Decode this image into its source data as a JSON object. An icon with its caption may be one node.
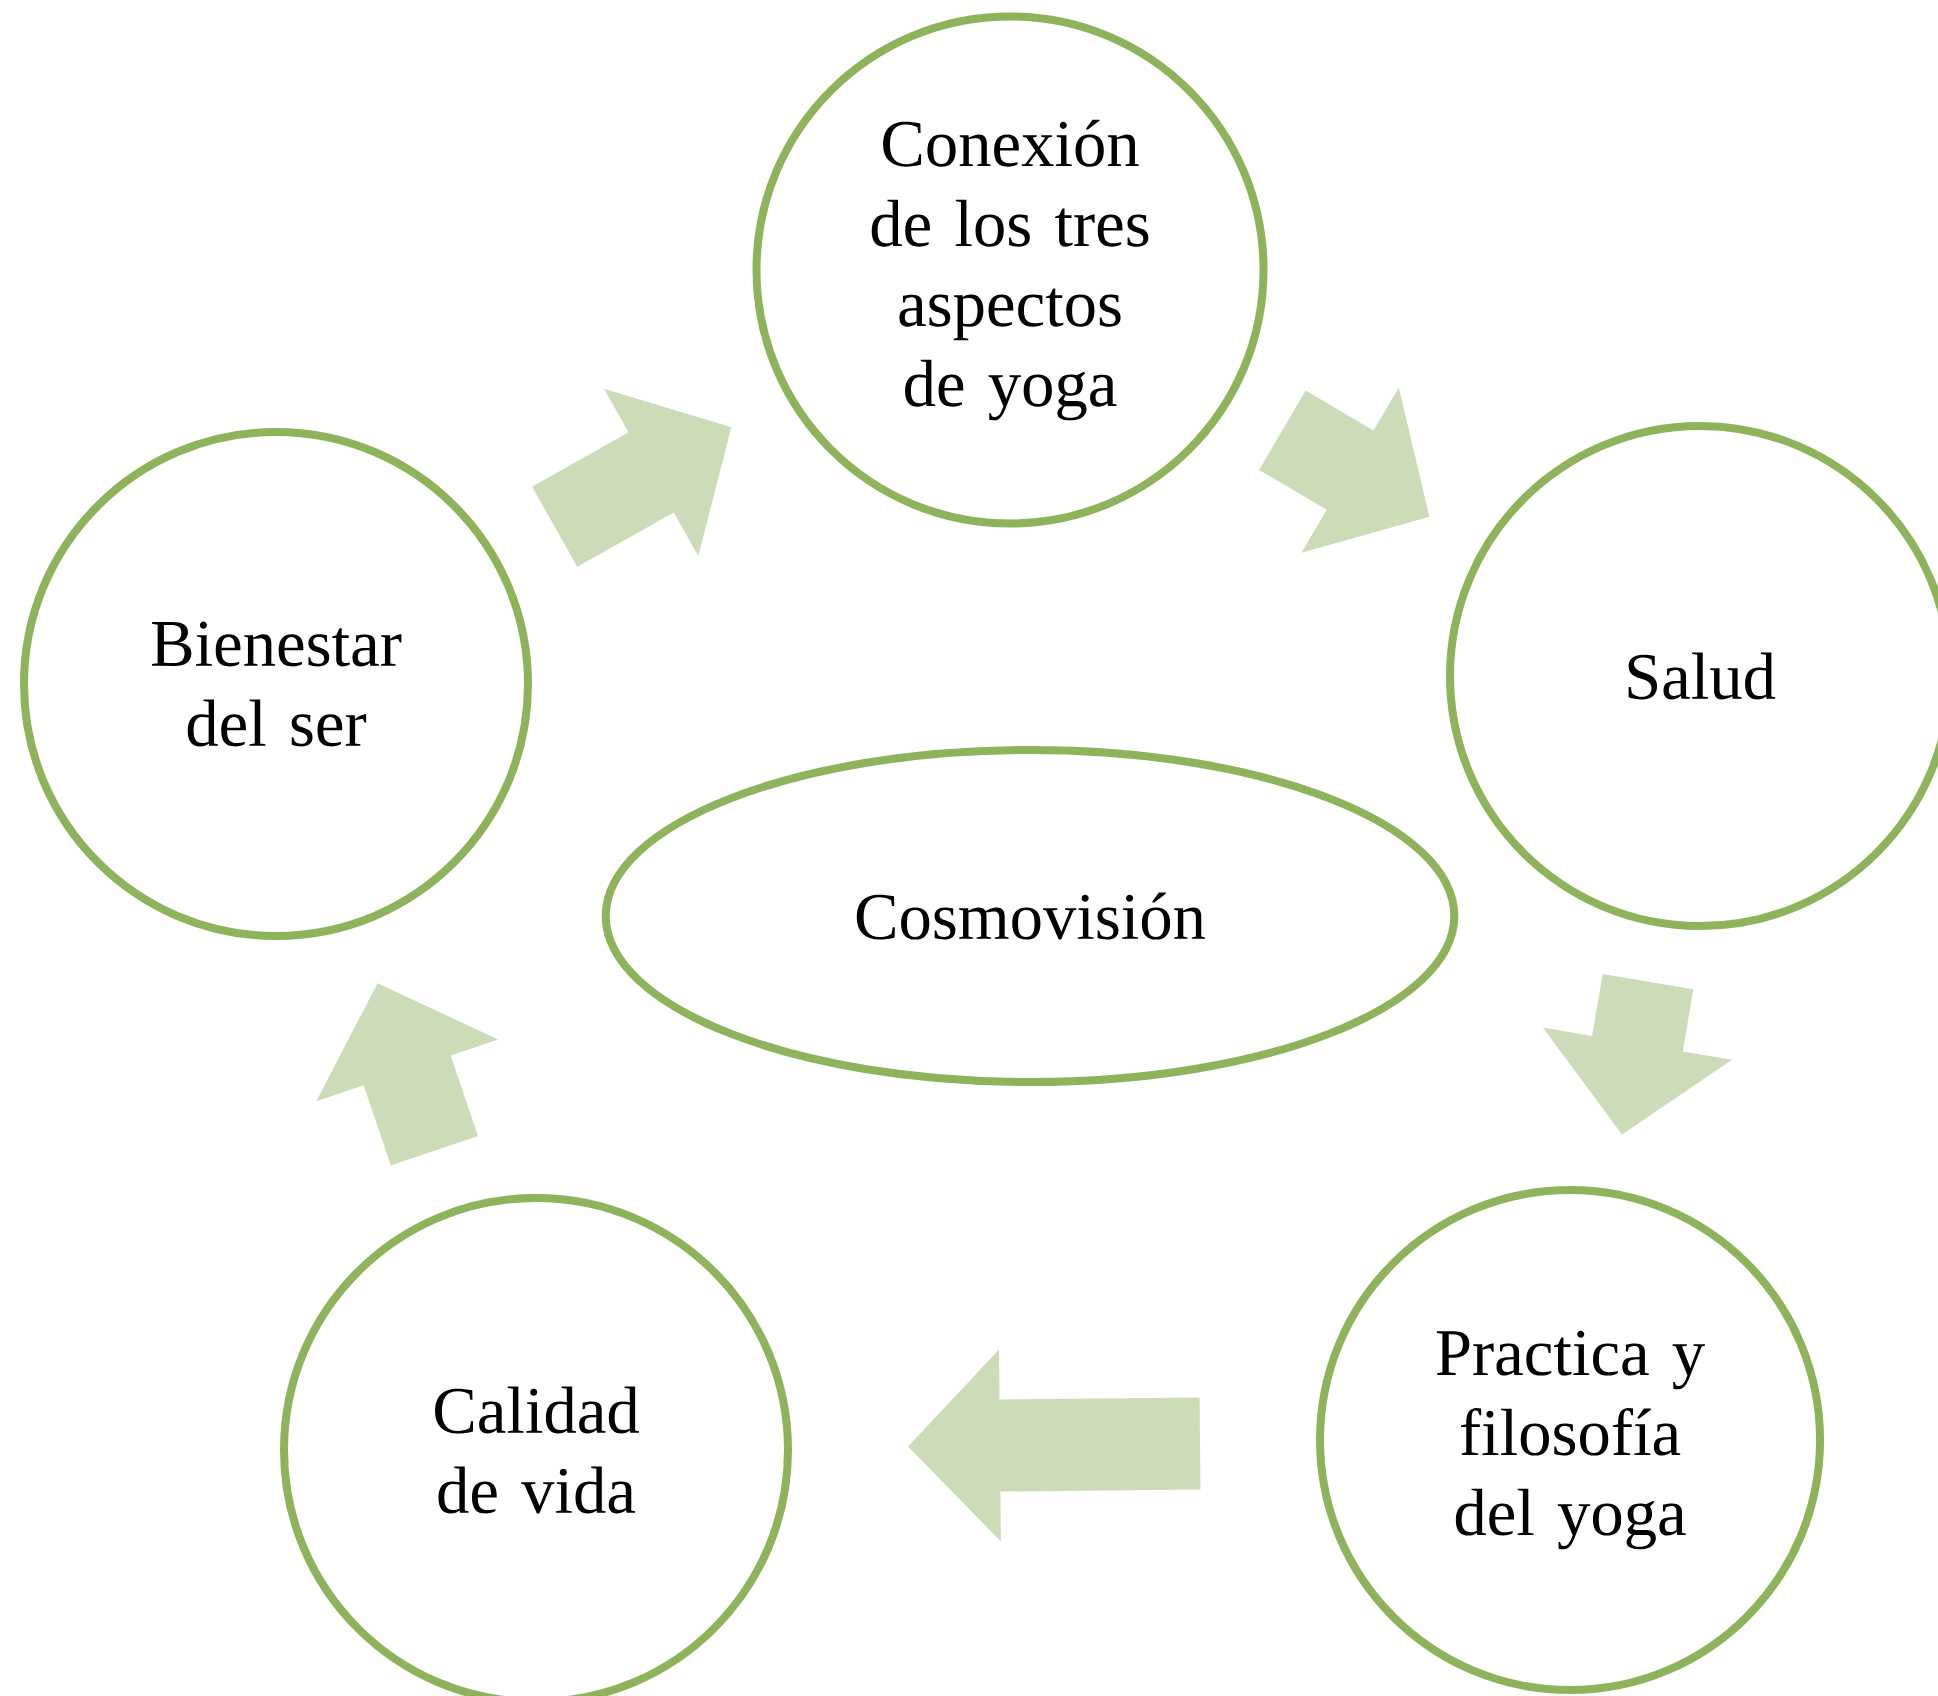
{
  "diagram": {
    "nodes": [
      {
        "text": [
          "Conexión de los tres aspectos de yoga"
        ]
      },
      {
        "text": [
          "Salud"
        ]
      },
      {
        "text": [
          "Practica y filosofía del yoga"
        ]
      },
      {
        "text": [
          "Calidad de vida"
        ]
      },
      {
        "text": [
          "Bienestar del ser"
        ]
      },
      {
        "text": [
          "Cosmovisión"
        ]
      }
    ],
    "edges": [
      {
        "from": 4,
        "to": 0,
        "arrow": "to"
      },
      {
        "from": 0,
        "to": 1,
        "arrow": "to"
      },
      {
        "from": 1,
        "to": 2,
        "arrow": "to"
      },
      {
        "from": 2,
        "to": 3,
        "arrow": "to"
      },
      {
        "from": 3,
        "to": 4,
        "arrow": "to"
      }
    ]
  }
}
